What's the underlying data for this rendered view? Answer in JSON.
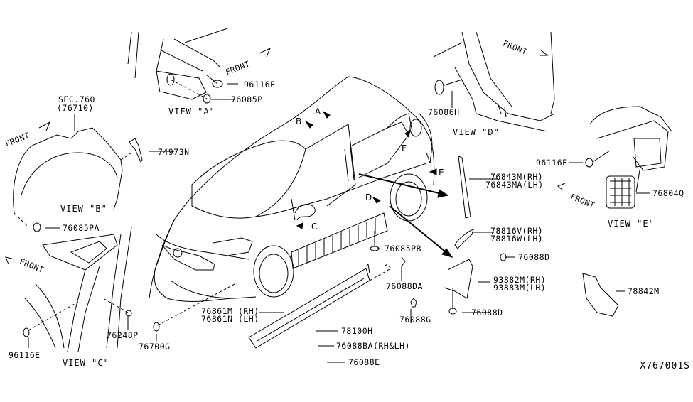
{
  "diagram": {
    "drawing_code": "X767001S",
    "views": {
      "a": "VIEW \"A\"",
      "b": "VIEW \"B\"",
      "c": "VIEW \"C\"",
      "d": "VIEW \"D\"",
      "e": "VIEW \"E\""
    },
    "front_label": "FRONT",
    "markers": [
      "A",
      "B",
      "C",
      "D",
      "E",
      "F"
    ],
    "section_ref": {
      "line1": "SEC.760",
      "line2": "(76710)"
    },
    "parts": [
      {
        "id": "p1",
        "number": "96116E",
        "view": "A"
      },
      {
        "id": "p2",
        "number": "76085P",
        "view": "A"
      },
      {
        "id": "p3",
        "number": "74973N"
      },
      {
        "id": "p4",
        "number": "76085PA",
        "view": "B"
      },
      {
        "id": "p5",
        "number": "76086H",
        "view": "D"
      },
      {
        "id": "p6",
        "number": "96116E",
        "view": "E"
      },
      {
        "id": "p7",
        "number": "76804Q",
        "view": "E"
      },
      {
        "id": "p8",
        "number": "76843M(RH)",
        "alt": "76843MA(LH)"
      },
      {
        "id": "p9",
        "number": "78816V(RH)",
        "alt": "78816W(LH)"
      },
      {
        "id": "p10",
        "number": "76085PB"
      },
      {
        "id": "p11",
        "number": "76088D"
      },
      {
        "id": "p12",
        "number": "93882M(RH)",
        "alt": "93883M(LH)"
      },
      {
        "id": "p13",
        "number": "76088DA"
      },
      {
        "id": "p14",
        "number": "76088G"
      },
      {
        "id": "p15",
        "number": "76088D"
      },
      {
        "id": "p16",
        "number": "78842M"
      },
      {
        "id": "p17",
        "number": "76861M (RH)",
        "alt": "76861N (LH)"
      },
      {
        "id": "p18",
        "number": "78100H"
      },
      {
        "id": "p19",
        "number": "76088BA(RH&LH)"
      },
      {
        "id": "p20",
        "number": "76088E"
      },
      {
        "id": "p21",
        "number": "76248P",
        "view": "C"
      },
      {
        "id": "p22",
        "number": "76700G"
      },
      {
        "id": "p23",
        "number": "96116E",
        "view": "C"
      }
    ]
  }
}
